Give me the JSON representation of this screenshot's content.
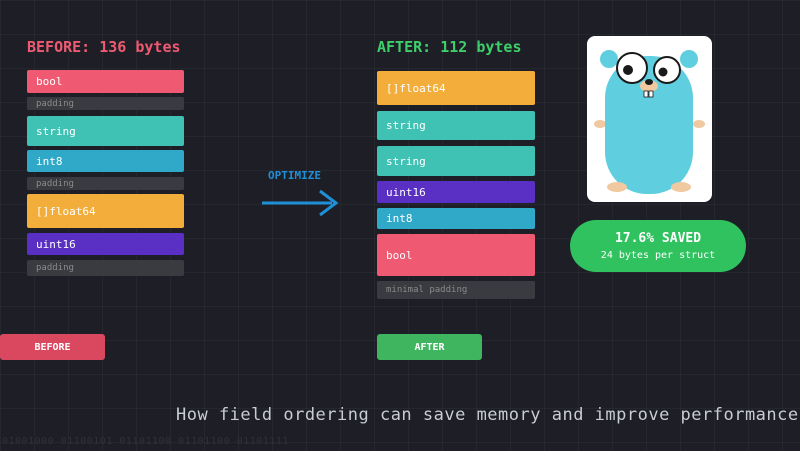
{
  "before": {
    "title": "BEFORE: 136 bytes",
    "fields": [
      {
        "label": "bool",
        "kind": "field",
        "color": "#ef5a72"
      },
      {
        "label": "padding",
        "kind": "padding",
        "color": "#3a3b40"
      },
      {
        "label": "string",
        "kind": "field",
        "color": "#3fc1b3"
      },
      {
        "label": "int8",
        "kind": "field",
        "color": "#2fa9c7"
      },
      {
        "label": "padding",
        "kind": "padding",
        "color": "#3a3b40"
      },
      {
        "label": "[]float64",
        "kind": "field",
        "color": "#f3ad3b"
      },
      {
        "label": "uint16",
        "kind": "field",
        "color": "#5a2fc4"
      },
      {
        "label": "padding",
        "kind": "padding",
        "color": "#3a3b40"
      }
    ],
    "button_label": "BEFORE"
  },
  "after": {
    "title": "AFTER: 112 bytes",
    "fields": [
      {
        "label": "[]float64",
        "kind": "field",
        "color": "#f3ad3b"
      },
      {
        "label": "string",
        "kind": "field",
        "color": "#3fc1b3"
      },
      {
        "label": "string",
        "kind": "field",
        "color": "#3fc1b3"
      },
      {
        "label": "uint16",
        "kind": "field",
        "color": "#5a2fc4"
      },
      {
        "label": "int8",
        "kind": "field",
        "color": "#2fa9c7"
      },
      {
        "label": "bool",
        "kind": "field",
        "color": "#ef5a72"
      },
      {
        "label": "minimal padding",
        "kind": "padding",
        "color": "#3a3b40"
      }
    ],
    "button_label": "AFTER"
  },
  "arrow": {
    "label": "OPTIMIZE",
    "icon": "arrow-right-icon"
  },
  "savings": {
    "headline": "17.6% SAVED",
    "detail": "24 bytes per struct"
  },
  "mascot": {
    "icon": "gopher-mascot-icon"
  },
  "caption": "How field ordering can save memory and improve performance",
  "binary_strip": "01001000 01100101 01101100 01101100 01101111",
  "colors": {
    "before_accent": "#ef5a72",
    "after_accent": "#3ecf6a",
    "arrow": "#1f8fd6",
    "background": "#1e1f26"
  }
}
